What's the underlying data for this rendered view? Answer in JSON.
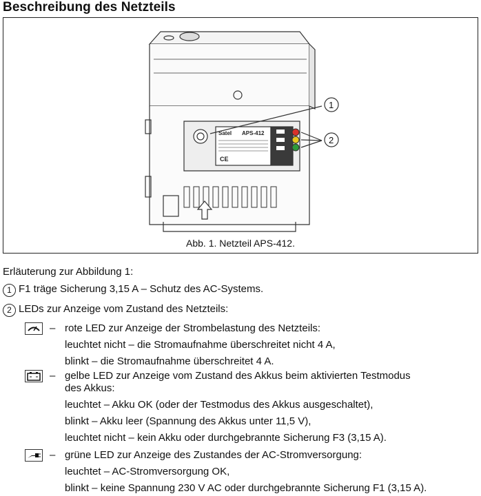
{
  "title": "Beschreibung des Netzteils",
  "figure": {
    "caption": "Abb. 1. Netzteil APS-412.",
    "callout_1": "1",
    "callout_2": "2",
    "label_brand": "Satel",
    "label_model": "APS-412",
    "label_ce": "CE"
  },
  "intro": "Erläuterung zur Abbildung 1:",
  "item1": {
    "num": "1",
    "text": "F1 träge Sicherung 3,15 A – Schutz des AC-Systems."
  },
  "item2": {
    "num": "2",
    "text": "LEDs zur Anzeige vom Zustand des Netzteils:"
  },
  "leds": [
    {
      "icon": "load-icon",
      "dash": "–",
      "desc": "rote LED zur Anzeige der Strombelastung des Netzteils:",
      "lines": [
        "leuchtet nicht – die Stromaufnahme überschreitet nicht 4 A,",
        "blinkt – die Stromaufnahme überschreitet 4 A."
      ]
    },
    {
      "icon": "battery-icon",
      "dash": "–",
      "desc1": "gelbe LED zur Anzeige vom Zustand des Akkus beim aktivierten Testmodus",
      "desc2": "des Akkus:",
      "lines": [
        "leuchtet – Akku OK (oder der Testmodus des Akkus ausgeschaltet),",
        "blinkt – Akku leer (Spannung des Akkus unter 11,5 V),",
        "leuchtet nicht – kein Akku oder durchgebrannte Sicherung F3 (3,15 A)."
      ]
    },
    {
      "icon": "ac-plug-icon",
      "dash": "–",
      "desc": "grüne LED zur Anzeige des Zustandes der AC-Stromversorgung:",
      "lines": [
        "leuchtet – AC-Stromversorgung OK,",
        "blinkt – keine Spannung 230 V AC oder durchgebrannte Sicherung F1 (3,15 A)."
      ]
    }
  ],
  "colors": {
    "led_red": "#d8322a",
    "led_yellow": "#e8c81e",
    "led_green": "#2f9a3a"
  }
}
